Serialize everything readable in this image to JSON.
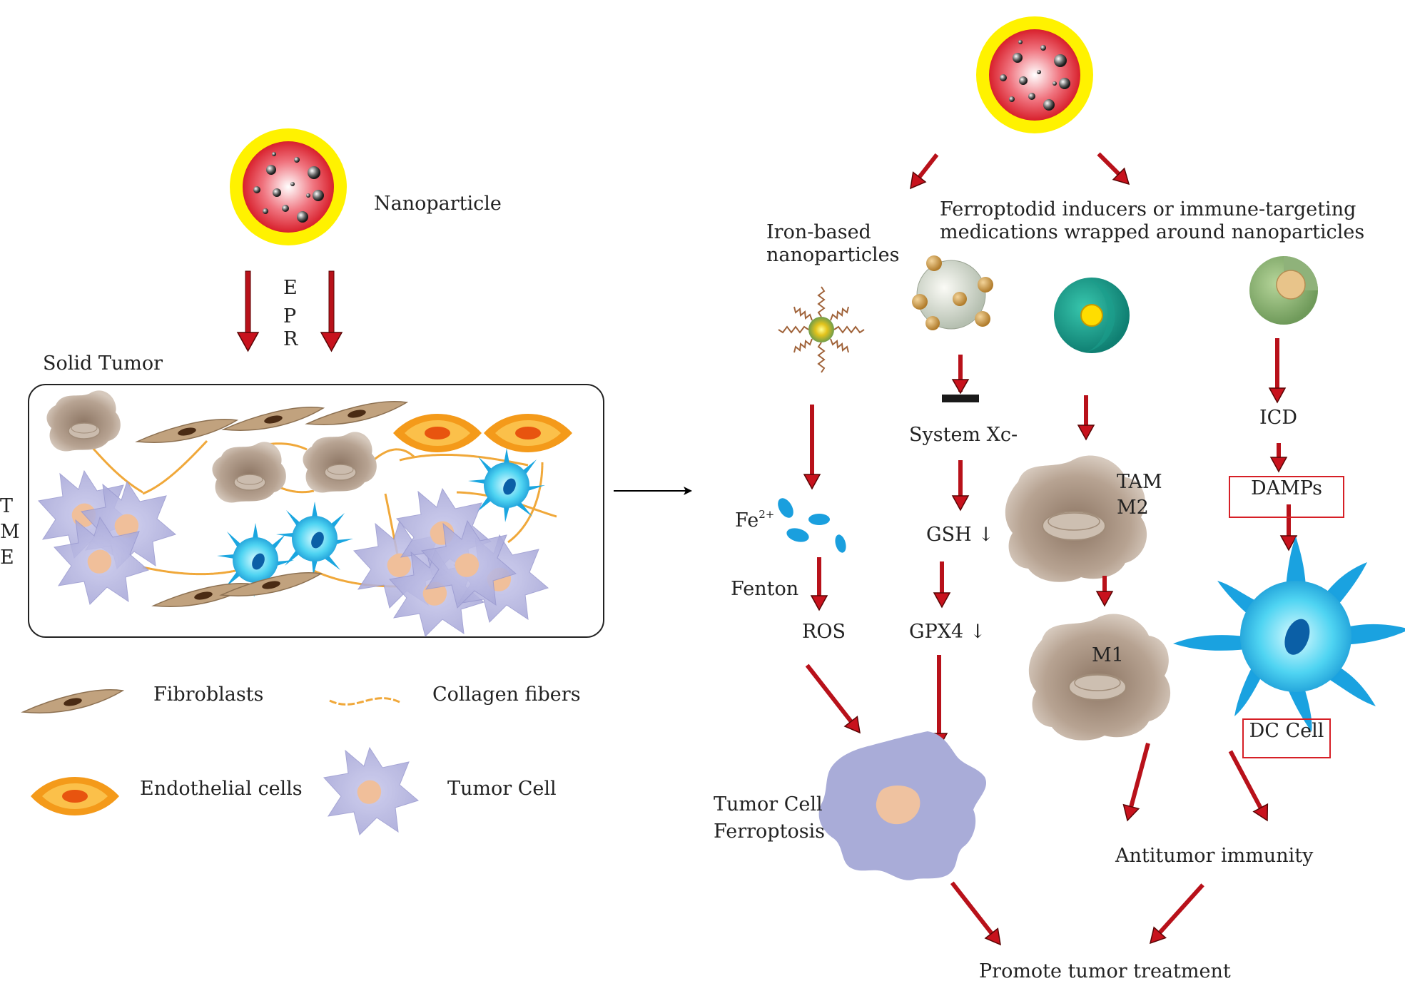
{
  "left": {
    "nanoparticle": "Nanoparticle",
    "epr": [
      "E",
      "P",
      "R"
    ],
    "solid_tumor": "Solid Tumor",
    "tme": [
      "T",
      "M",
      "E"
    ],
    "legend": {
      "fibroblasts": "Fibroblasts",
      "collagen": "Collagen fibers",
      "endothelial": "Endothelial cells",
      "tumor_cell": "Tumor Cell"
    }
  },
  "right": {
    "iron_based": "Iron-based nanoparticles",
    "inducers": "Ferroptodid inducers or immune-targeting medications wrapped around nanoparticles",
    "fe": "Fe",
    "fe_charge": "2+",
    "fenton": "Fenton",
    "ros": "ROS",
    "system_xc": "System Xc-",
    "gsh": "GSH ↓",
    "gpx4": "GPX4 ↓",
    "tam": "TAM",
    "m2": "M2",
    "m1": "M1",
    "icd": "ICD",
    "damps": "DAMPs",
    "dc_cell": "DC Cell",
    "ferroptosis_line1": "Tumor Cell",
    "ferroptosis_line2": "Ferroptosis",
    "antitumor": "Antitumor immunity",
    "promote": "Promote tumor treatment"
  }
}
